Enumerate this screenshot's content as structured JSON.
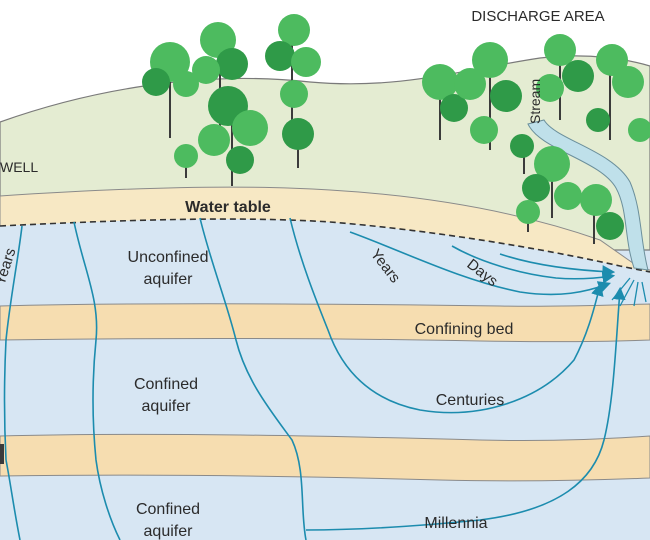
{
  "labels": {
    "discharge_area": "DISCHARGE AREA",
    "well": "WELL",
    "stream": "Stream",
    "water_table": "Water table",
    "years_left": "Years",
    "unconfined_aquifer_line1": "Unconfined",
    "unconfined_aquifer_line2": "aquifer",
    "years_flow": "Years",
    "days_flow": "Days",
    "confining_bed": "Confining bed",
    "confined_aquifer_1_line1": "Confined",
    "confined_aquifer_1_line2": "aquifer",
    "centuries": "Centuries",
    "confined_aquifer_2_line1": "Confined",
    "confined_aquifer_2_line2": "aquifer",
    "millennia": "Millennia"
  },
  "colors": {
    "ground_surface": "#e4ecd2",
    "unsaturated_band": "#f7e8c4",
    "aquifer": "#d7e6f3",
    "confining_bed": "#f6ddb0",
    "flow_line": "#1c8cae",
    "tree_leaf": "#4dbb5f",
    "tree_leaf_dark": "#2f9a48",
    "trunk": "#3b3b3b",
    "stream": "#bfe0ea"
  }
}
